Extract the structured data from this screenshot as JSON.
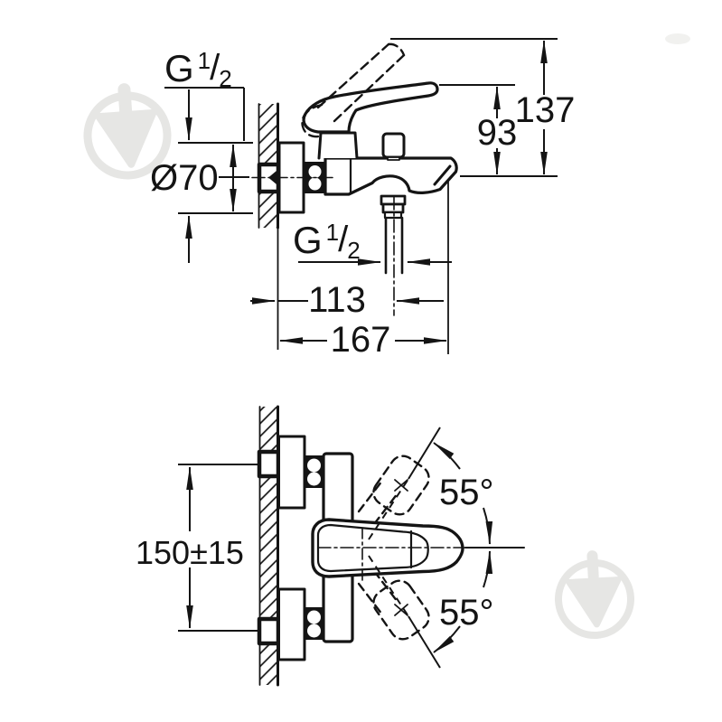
{
  "side_view": {
    "labels": {
      "wall_thread": {
        "g": "G",
        "num": "1",
        "slash": "/",
        "den": "2"
      },
      "flange_diameter": "Ø70",
      "lever_height": "93",
      "total_height": "137",
      "hose_thread": {
        "g": "G",
        "num": "1",
        "slash": "/",
        "den": "2"
      },
      "hose_offset": "113",
      "total_depth": "167"
    }
  },
  "front_view": {
    "labels": {
      "mounting_distance": "150±15",
      "swivel_angle_up": "55°",
      "swivel_angle_down": "55°"
    }
  },
  "colors": {
    "line": "#141414",
    "watermark": "#e6e6e4"
  }
}
